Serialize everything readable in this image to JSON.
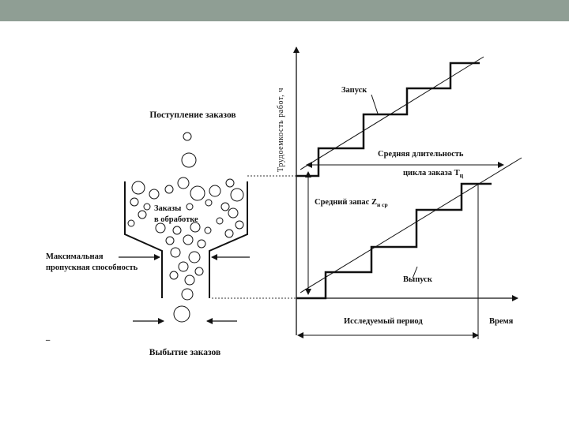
{
  "slide": {
    "background": "#ffffff",
    "header_bar_color": "#8f9e94"
  },
  "funnel": {
    "title": "Поступление заказов",
    "in_process_line1": "Заказы",
    "in_process_line2": "в обработке",
    "max_capacity_line1": "Максимальная",
    "max_capacity_line2": "пропускная способность",
    "output": "Выбытие заказов",
    "dash": "_"
  },
  "chart": {
    "y_axis_label": "Трудоемкость работ, ч",
    "launch": "Запуск",
    "avg_duration_line1": "Средняя длительность",
    "avg_duration_line2": "цикла заказа T",
    "avg_duration_sub": "ц",
    "avg_stock": "Средний запас Z",
    "avg_stock_sub": "н ср",
    "release": "Выпуск",
    "period": "Исследуемый период",
    "time": "Время"
  }
}
